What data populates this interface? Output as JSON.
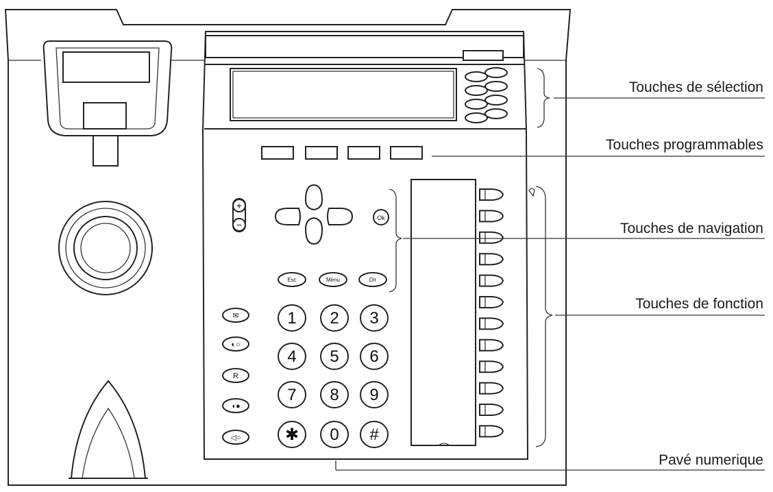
{
  "labels": {
    "selection": "Touches de sélection",
    "programmables": "Touches programmables",
    "navigation": "Touches de navigation",
    "fonction": "Touches de fonction",
    "pave": "Pavé numerique"
  },
  "keypad": {
    "keys": [
      "1",
      "2",
      "3",
      "4",
      "5",
      "6",
      "7",
      "8",
      "9",
      "✱",
      "0",
      "#"
    ]
  },
  "nav_keys": {
    "ok": "Ok",
    "bottom": [
      "Esc",
      "Menu",
      "Dir"
    ]
  },
  "volume": {
    "plus": "+",
    "minus": "−"
  },
  "side_keys": [
    "✉",
    "◐○",
    "R",
    "◖●",
    "◁○"
  ],
  "colors": {
    "line": "#222222",
    "paper": "#ffffff"
  }
}
